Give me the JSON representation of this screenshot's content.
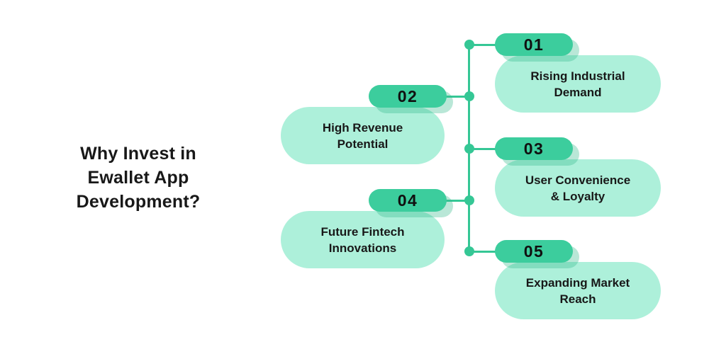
{
  "title": {
    "lines": [
      "Why Invest in",
      "Ewallet App",
      "Development?"
    ]
  },
  "colors": {
    "green": "#3ccd9d",
    "mint": "#adf0da",
    "line_green": "#35c795",
    "text_dark": "#181818"
  },
  "items": [
    {
      "number": "01",
      "label_line1": "Rising Industrial",
      "label_line2": "Demand",
      "side": "right"
    },
    {
      "number": "02",
      "label_line1": "High Revenue",
      "label_line2": "Potential",
      "side": "left"
    },
    {
      "number": "03",
      "label_line1": "User Convenience",
      "label_line2": "& Loyalty",
      "side": "right"
    },
    {
      "number": "04",
      "label_line1": "Future Fintech",
      "label_line2": "Innovations",
      "side": "left"
    },
    {
      "number": "05",
      "label_line1": "Expanding Market",
      "label_line2": "Reach",
      "side": "right"
    }
  ]
}
